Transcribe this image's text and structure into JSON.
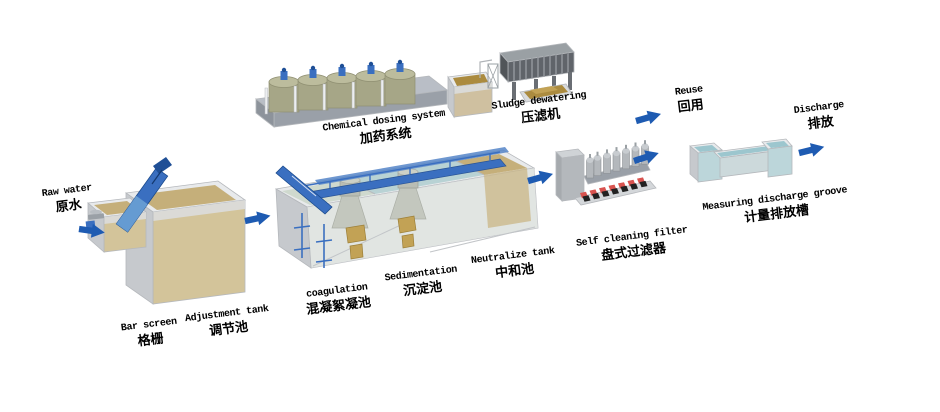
{
  "title": "Wastewater treatment process flow diagram",
  "colors": {
    "background": "#ffffff",
    "text_black": "#000000",
    "arrow_blue": "#1e5bb2",
    "machine_blue": "#3a6fc0",
    "deep_blue": "#1f4f96",
    "water_tan": "#c5af7a",
    "sludge_tan": "#ab8b3f",
    "hopper_tan": "#c2a255",
    "water_teal": "#9cc6ce",
    "surface_teal": "#b8d2d4",
    "surface_green": "#cfd9ce",
    "wall_light": "#e8eaec",
    "wall_mid": "#d7dadd",
    "wall_dark": "#c6c9cd",
    "platform_gray": "#9aa0a8",
    "chem_tank": "#a6a687",
    "chem_tank_top": "#bcbc9d",
    "press_dark": "#60646a",
    "steel_gray": "#b4b8bc",
    "disc_red": "#d9534f",
    "disc_black": "#222222"
  },
  "labels": {
    "raw_water": {
      "en": "Raw water",
      "zh": "原水"
    },
    "bar_screen": {
      "en": "Bar screen",
      "zh": "格栅"
    },
    "adjustment_tank": {
      "en": "Adjustment tank",
      "zh": "调节池"
    },
    "chemical_dosing_system": {
      "en": "Chemical dosing system",
      "zh": "加药系统"
    },
    "sludge_dewatering": {
      "en": "Sludge dewatering",
      "zh": "压滤机"
    },
    "coagulation": {
      "en": "coagulation",
      "zh": "混凝絮凝池"
    },
    "sedimentation": {
      "en": "Sedimentation",
      "zh": "沉淀池"
    },
    "neutralize_tank": {
      "en": "Neutralize tank",
      "zh": "中和池"
    },
    "self_cleaning_filter": {
      "en": "Self cleaning filter",
      "zh": "盘式过滤器"
    },
    "reuse": {
      "en": "Reuse",
      "zh": "回用"
    },
    "discharge": {
      "en": "Discharge",
      "zh": "排放"
    },
    "measuring_discharge_groove": {
      "en": "Measuring discharge groove",
      "zh": "计量排放槽"
    }
  },
  "flow_connections": [
    {
      "from": "raw_water",
      "to": "bar_screen"
    },
    {
      "from": "adjustment_tank",
      "to": "coagulation"
    },
    {
      "from": "neutralize_tank",
      "to": "self_cleaning_filter"
    },
    {
      "from": "self_cleaning_filter",
      "to": "reuse"
    },
    {
      "from": "self_cleaning_filter",
      "to": "measuring_discharge_groove"
    },
    {
      "from": "measuring_discharge_groove",
      "to": "discharge"
    }
  ]
}
